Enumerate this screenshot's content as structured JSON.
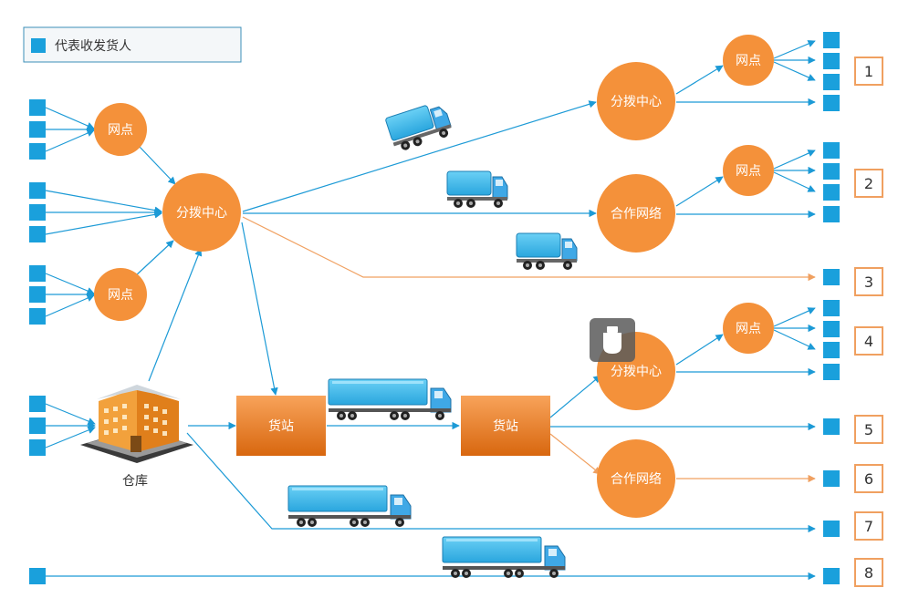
{
  "legend": {
    "label": "代表收发货人"
  },
  "nodes": {
    "outlet": "网点",
    "hub": "分拨中心",
    "partner": "合作网络",
    "warehouse": "仓库",
    "station": "货站"
  },
  "route_numbers": [
    "1",
    "2",
    "3",
    "4",
    "5",
    "6",
    "7",
    "8"
  ],
  "colors": {
    "blue": "#1c9ad6",
    "square": "#1aa0dc",
    "orange": "#f4913a",
    "orange_line": "#f0a060",
    "station_top": "#f79a4a",
    "station_bottom": "#d96a17",
    "number_border": "#f0a060"
  },
  "icons": {
    "truck_small": "box-truck-icon",
    "truck_large": "container-truck-icon",
    "warehouse": "building-icon",
    "overlay": "usb-drive-icon"
  }
}
